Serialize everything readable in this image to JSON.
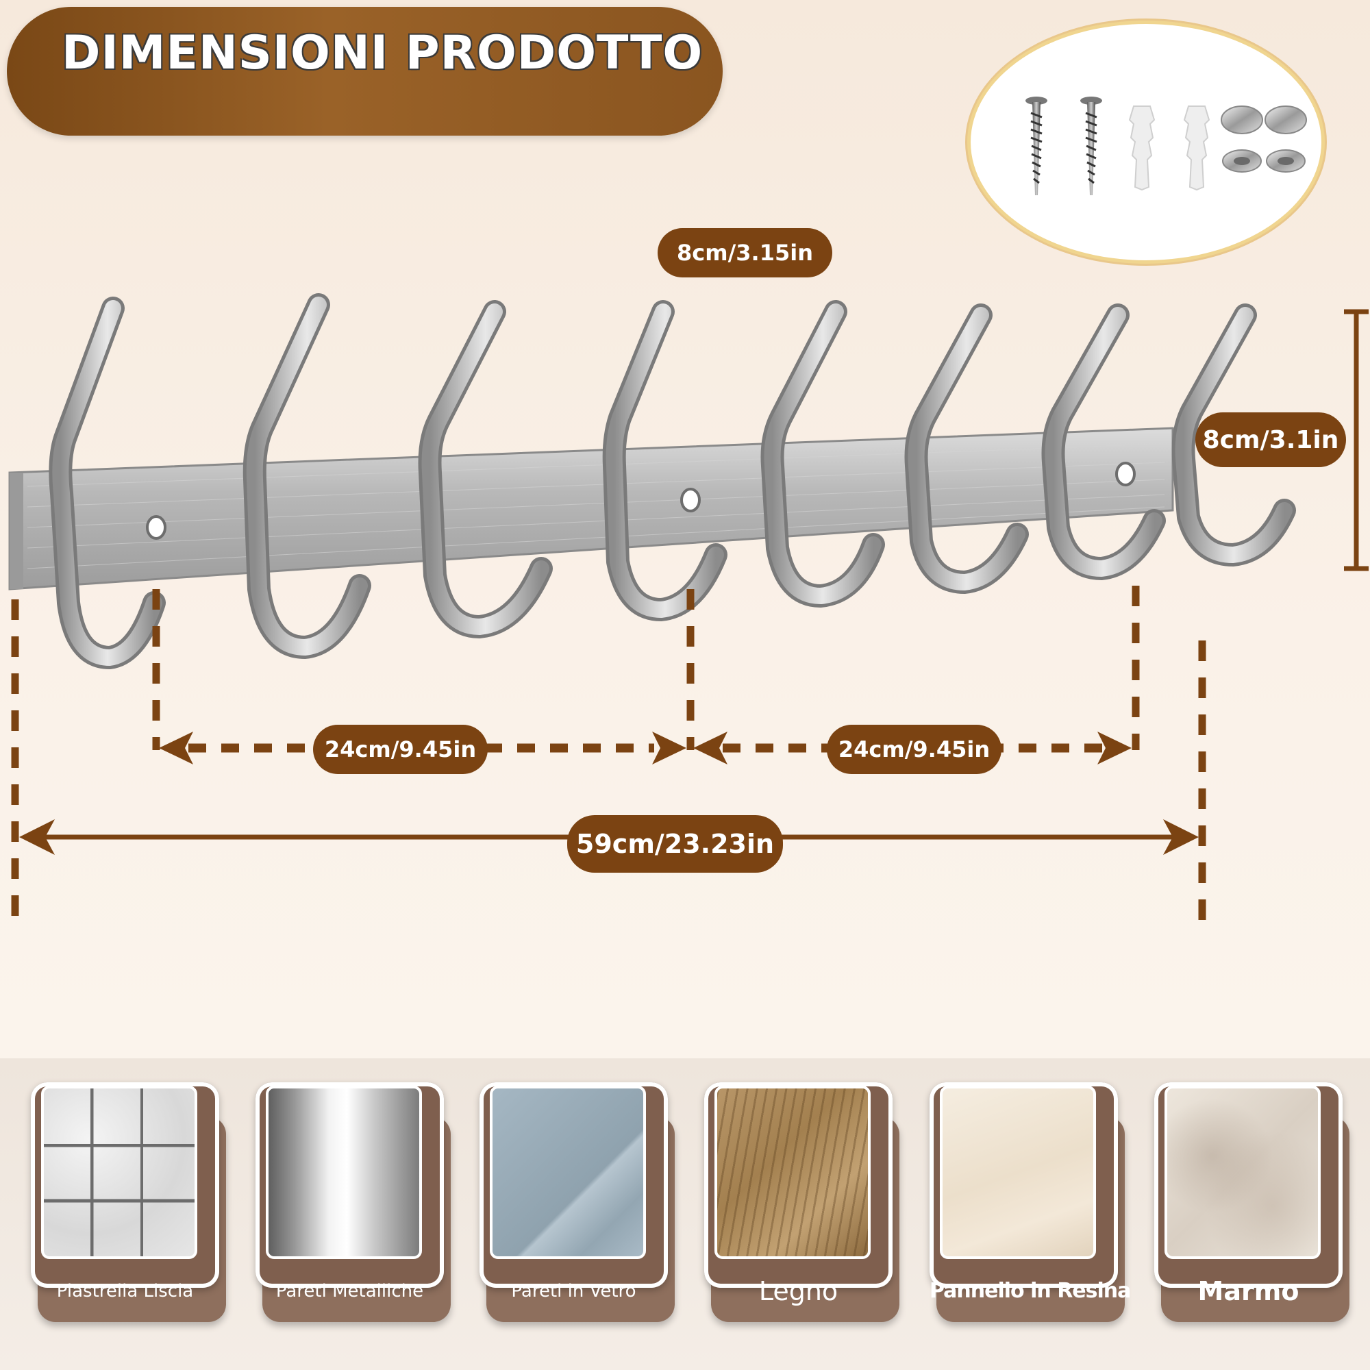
{
  "header": {
    "title": "DIMENSIONI PRODOTTO"
  },
  "dimensions": {
    "hook_spacing": "8cm/3.15in",
    "height": "8cm/3.1in",
    "hole_spacing_left": "24cm/9.45in",
    "hole_spacing_right": "24cm/9.45in",
    "total_length": "59cm/23.23in"
  },
  "materials": [
    {
      "label": "Piastrella Liscia"
    },
    {
      "label": "Pareti Metalliche"
    },
    {
      "label": "Pareti in Vetro"
    },
    {
      "label": "Legno"
    },
    {
      "label": "Pannello in Resina"
    },
    {
      "label": "Marmo"
    }
  ],
  "colors": {
    "accent_brown": "#7b4312",
    "card_brown": "#7f5f4e",
    "background": "#f8ece0"
  }
}
